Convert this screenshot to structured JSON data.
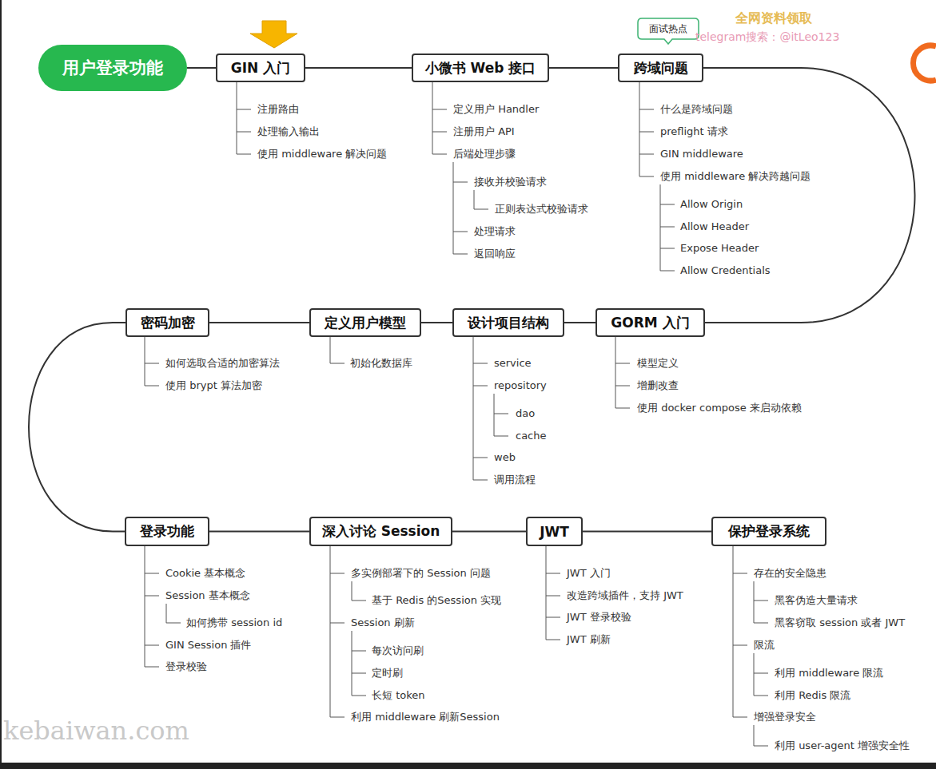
{
  "diagram": {
    "nodes": [
      {
        "text": [
          "用户登录功能"
        ]
      },
      {
        "text": [
          "GIN 入门"
        ]
      },
      {
        "text": [
          "小微书 Web 接口"
        ]
      },
      {
        "text": [
          "跨域问题"
        ]
      },
      {
        "text": [
          "面试热点"
        ]
      },
      {
        "text": [
          "GORM 入门"
        ]
      },
      {
        "text": [
          "设计项目结构"
        ]
      },
      {
        "text": [
          "定义用户模型"
        ]
      },
      {
        "text": [
          "密码加密"
        ]
      },
      {
        "text": [
          "登录功能"
        ]
      },
      {
        "text": [
          "深入讨论 Session"
        ]
      },
      {
        "text": [
          "JWT"
        ]
      },
      {
        "text": [
          "保护登录系统"
        ]
      }
    ],
    "edges": [
      {
        "from": 0,
        "to": 1,
        "arrow": "none"
      },
      {
        "from": 1,
        "to": 2,
        "arrow": "none"
      },
      {
        "from": 2,
        "to": 3,
        "arrow": "none"
      },
      {
        "from": 3,
        "to": 5,
        "arrow": "none"
      },
      {
        "from": 5,
        "to": 6,
        "arrow": "none"
      },
      {
        "from": 6,
        "to": 7,
        "arrow": "none"
      },
      {
        "from": 7,
        "to": 8,
        "arrow": "none"
      },
      {
        "from": 8,
        "to": 9,
        "arrow": "none"
      },
      {
        "from": 9,
        "to": 10,
        "arrow": "none"
      },
      {
        "from": 10,
        "to": 11,
        "arrow": "none"
      },
      {
        "from": 11,
        "to": 12,
        "arrow": "none"
      }
    ],
    "labels": [
      "注册路由",
      "处理输入输出",
      "使用 middleware 解决问题",
      "定义用户 Handler",
      "注册用户 API",
      "后端处理步骤",
      "接收并校验请求",
      "正则表达式校验请求",
      "处理请求",
      "返回响应",
      "什么是跨域问题",
      "preflight 请求",
      "GIN middleware",
      "使用 middleware 解决跨越问题",
      "Allow Origin",
      "Allow Header",
      "Expose Header",
      "Allow Credentials",
      "模型定义",
      "增删改查",
      "使用 docker compose 来启动依赖",
      "service",
      "repository",
      "dao",
      "cache",
      "web",
      "调用流程",
      "初始化数据库",
      "如何选取合适的加密算法",
      "使用 brypt 算法加密",
      "Cookie 基本概念",
      "Session 基本概念",
      "如何携带 session id",
      "GIN Session 插件",
      "登录校验",
      "多实例部署下的 Session 问题",
      "基于 Redis 的Session 实现",
      "Session 刷新",
      "每次访问刷",
      "定时刷",
      "长短 token",
      "利用 middleware 刷新Session",
      "JWT 入门",
      "改造跨域插件，支持 JWT",
      "JWT 登录校验",
      "JWT 刷新",
      "存在的安全隐患",
      "黑客伪造大量请求",
      "黑客窃取 session 或者 JWT",
      "限流",
      "利用 middleware 限流",
      "利用 Redis 限流",
      "增强登录安全",
      "利用 user-agent 增强安全性",
      "全网资料领取",
      "telegram搜索：@itLeo123",
      "kebaiwan.com"
    ]
  }
}
